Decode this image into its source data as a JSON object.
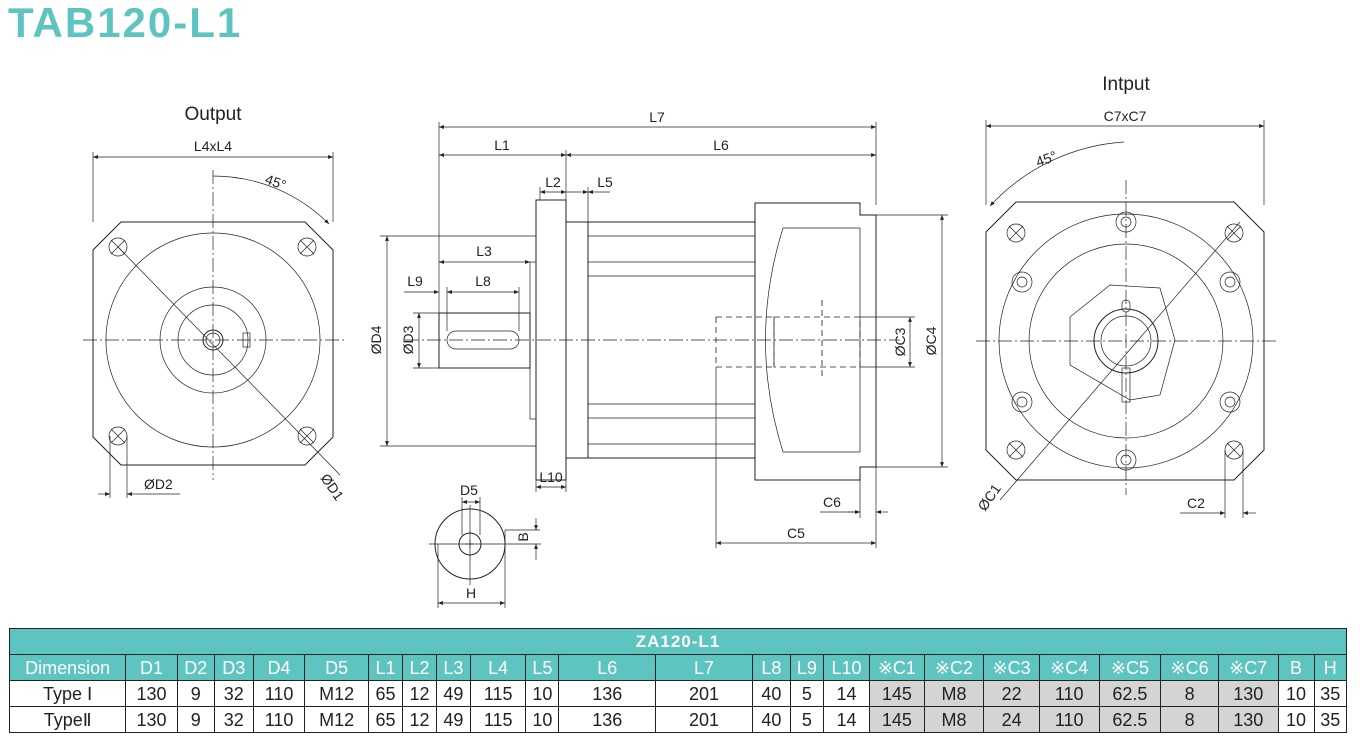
{
  "title": "TAB120-L1",
  "views": {
    "output": {
      "title": "Output",
      "dims": {
        "width": "L4xL4",
        "angle": "45°",
        "hole": "ØD2",
        "circle": "ØD1"
      }
    },
    "side": {
      "dims": {
        "l7": "L7",
        "l1": "L1",
        "l6": "L6",
        "l2": "L2",
        "l5": "L5",
        "l3": "L3",
        "l9": "L9",
        "l8": "L8",
        "l10": "L10",
        "d4": "ØD4",
        "d3": "ØD3",
        "c3": "ØC3",
        "c4": "ØC4",
        "c6": "C6",
        "c5": "C5"
      }
    },
    "shaft": {
      "dims": {
        "d5": "D5",
        "b": "B",
        "h": "H"
      }
    },
    "input": {
      "title": "Intput",
      "dims": {
        "width": "C7xC7",
        "angle": "45°",
        "circle": "ØC1",
        "hole": "C2"
      }
    }
  },
  "table": {
    "caption": "ZA120-L1",
    "headers": [
      "Dimension",
      "D1",
      "D2",
      "D3",
      "D4",
      "D5",
      "L1",
      "L2",
      "L3",
      "L4",
      "L5",
      "L6",
      "L7",
      "L8",
      "L9",
      "L10",
      "※C1",
      "※C2",
      "※C3",
      "※C4",
      "※C5",
      "※C6",
      "※C7",
      "B",
      "H"
    ],
    "rows": [
      {
        "label": "Type Ⅰ",
        "values": [
          "130",
          "9",
          "32",
          "110",
          "M12",
          "65",
          "12",
          "49",
          "115",
          "10",
          "136",
          "201",
          "40",
          "5",
          "14",
          "145",
          "M8",
          "22",
          "110",
          "62.5",
          "8",
          "130",
          "10",
          "35"
        ]
      },
      {
        "label": "TypeⅡ",
        "values": [
          "130",
          "9",
          "32",
          "110",
          "M12",
          "65",
          "12",
          "49",
          "115",
          "10",
          "136",
          "201",
          "40",
          "5",
          "14",
          "145",
          "M8",
          "24",
          "110",
          "62.5",
          "8",
          "130",
          "10",
          "35"
        ]
      }
    ],
    "highlight_color": "#d4d4d4",
    "header_color": "#5ec4c0"
  }
}
